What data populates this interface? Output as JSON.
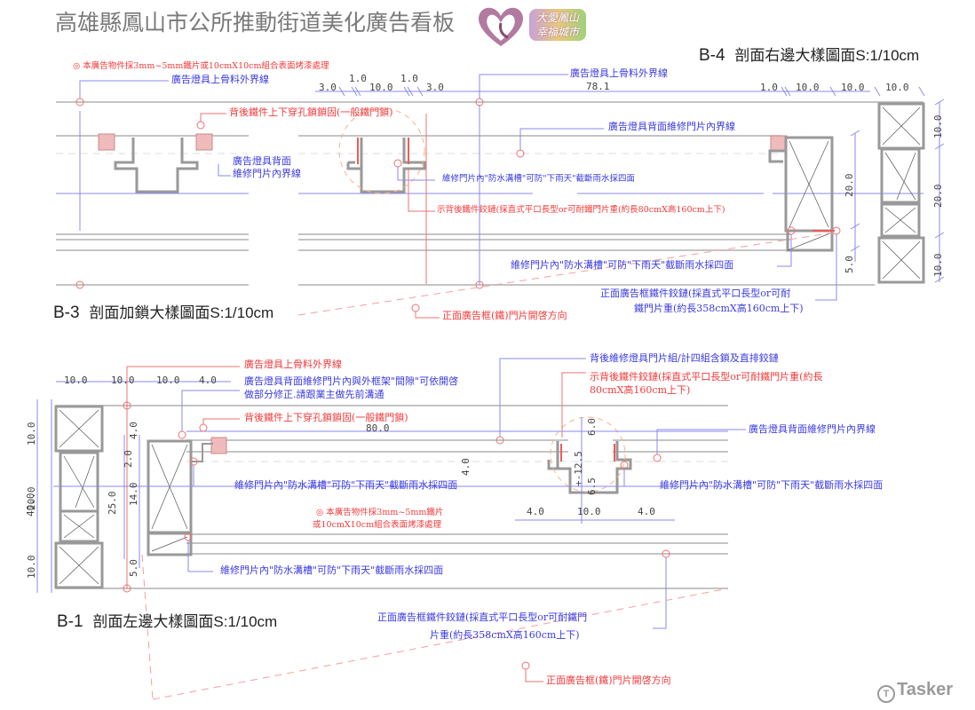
{
  "header": {
    "title": "高雄縣鳳山市公所推動街道美化廣告看板",
    "logo_line1": "大愛鳳山",
    "logo_line2": "幸福城市"
  },
  "sections": {
    "b4": {
      "code": "B-4",
      "name": "剖面右邊大樣圖面",
      "scale": "S:1/10cm"
    },
    "b3": {
      "code": "B-3",
      "name": "剖面加鎖大樣圖面",
      "scale": "S:1/10cm"
    },
    "b1": {
      "code": "B-1",
      "name": "剖面左邊大樣圖面",
      "scale": "S:1/10cm"
    }
  },
  "notes_top": {
    "material_note": "◎ 本廣告物件採3mm~5mm鐵片或10cmX10cm組合表面烤漆處理",
    "outer_line_left": "廣告燈具上骨料外界線",
    "outer_line_right": "廣告燈具上骨料外界線",
    "lock_note": "背後鐵件上下穿孔鎖鎖固(一般鐵門鎖)",
    "inner_line_a1": "廣告燈具背面",
    "inner_line_a2": "維修門片內界線",
    "inner_line_b": "廣告燈具背面維修門片內界線",
    "gutter_a": "維修門片內\"防水溝槽\"可防\"下雨天\"截斷雨水採四面",
    "hinge_note": "示背後鐵件鉸鏈(採直式平口長型or可耐鐵門片重(約長80cmX高160cm上下)",
    "gutter_b": "維修門片內\"防水溝槽\"可防\"下雨天\"截斷雨水採四面",
    "front_hinge_1": "正面廣告框鐵件鉸鏈(採直式平口長型or可耐",
    "front_hinge_2": "鐵門片重(約長358cmX高160cm上下)",
    "open_dir": "正面廣告框(鐵)門片開啓方向"
  },
  "notes_bottom": {
    "outer_line": "廣告燈具上骨料外界線",
    "gap_note_1": "廣告燈具背面維修門片內與外框架\"間隙\"可依開啓",
    "gap_note_2": "做部分修正.請跟業主做先前溝通",
    "lock_note": "背後鐵件上下穿孔鎖鎖固(一般鐵門鎖)",
    "door_group": "背後維修燈具門片組/計四組含鎖及直排鉸鏈",
    "hinge_note_1": "示背後鐵件鉸鏈(採直式平口長型or可耐鐵門片重(約長",
    "hinge_note_2": "80cmX高160cm上下)",
    "inner_line": "廣告燈具背面維修門片內界線",
    "gutter_a": "維修門片內\"防水溝槽\"可防\"下雨天\"截斷雨水採四面",
    "gutter_b": "維修門片內\"防水溝槽\"可防\"下雨天\"截斷雨水採四面",
    "gutter_c": "維修門片內\"防水溝槽\"可防\"下雨天\"截斷雨水採四面",
    "material_note_1": "◎ 本廣告物件採3mm~5mm鐵片",
    "material_note_2": "或10cmX10cm組合表面烤漆處理",
    "front_hinge_1": "正面廣告框鐵件鉸鏈(採直式平口長型or可耐鐵門",
    "front_hinge_2": "片重(約長358cmX高160cm上下)",
    "open_dir": "正面廣告框(鐵)門片開啓方向"
  },
  "dimensions": {
    "top_left": [
      "3.0",
      "1.0",
      "10.0",
      "1.0",
      "3.0"
    ],
    "top_span": "78.1",
    "top_right": [
      "1.0",
      "10.0",
      "10.0",
      "10.0"
    ],
    "right_vertical": [
      "20.0",
      "5.0"
    ],
    "right_column": [
      "10.0",
      "20.0",
      "10.0"
    ],
    "bottom_top": [
      "10.0",
      "10.0",
      "10.0",
      "4.0"
    ],
    "bottom_span": "80.0",
    "left_column": [
      "10.0",
      "20.0",
      "10.0"
    ],
    "left_total": "40.0",
    "left_inner": [
      "4.0",
      "2.0",
      "14.0",
      "25.0",
      "5.0"
    ],
    "lock_dims": [
      "6.0",
      "+-12.5",
      "6.5",
      "4.0"
    ],
    "lock_bottom": [
      "4.0",
      "10.0",
      "4.0"
    ]
  },
  "watermark": "Tasker",
  "colors": {
    "red": "#f03a3a",
    "blue": "#3a3ae0",
    "frame": "#9a9a9a",
    "hatch": "#f2c4c4"
  }
}
